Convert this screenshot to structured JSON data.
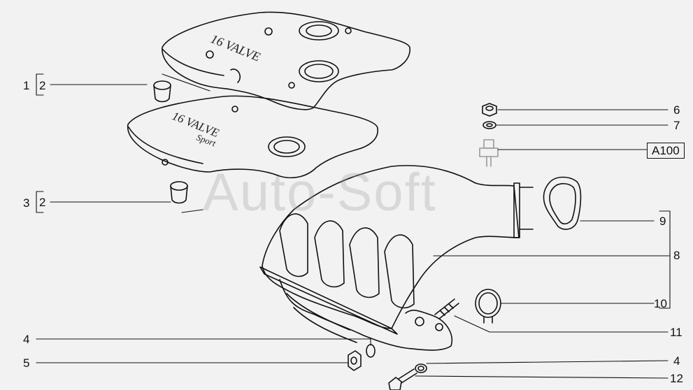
{
  "watermark": "Auto-Soft",
  "callouts": [
    {
      "id": "c1",
      "text": "1"
    },
    {
      "id": "c2a",
      "text": "2"
    },
    {
      "id": "c3",
      "text": "3"
    },
    {
      "id": "c2b",
      "text": "2"
    },
    {
      "id": "c4a",
      "text": "4"
    },
    {
      "id": "c5",
      "text": "5"
    },
    {
      "id": "c6",
      "text": "6"
    },
    {
      "id": "c7",
      "text": "7"
    },
    {
      "id": "cA100",
      "text": "A100"
    },
    {
      "id": "c9",
      "text": "9"
    },
    {
      "id": "c8",
      "text": "8"
    },
    {
      "id": "c10",
      "text": "10"
    },
    {
      "id": "c11",
      "text": "11"
    },
    {
      "id": "c4b",
      "text": "4"
    },
    {
      "id": "c12",
      "text": "12"
    }
  ],
  "parts": {
    "cover_top_text": "16 VALVE",
    "cover_bottom_text": "16 VALVE",
    "cover_bottom_script": "Sport"
  }
}
